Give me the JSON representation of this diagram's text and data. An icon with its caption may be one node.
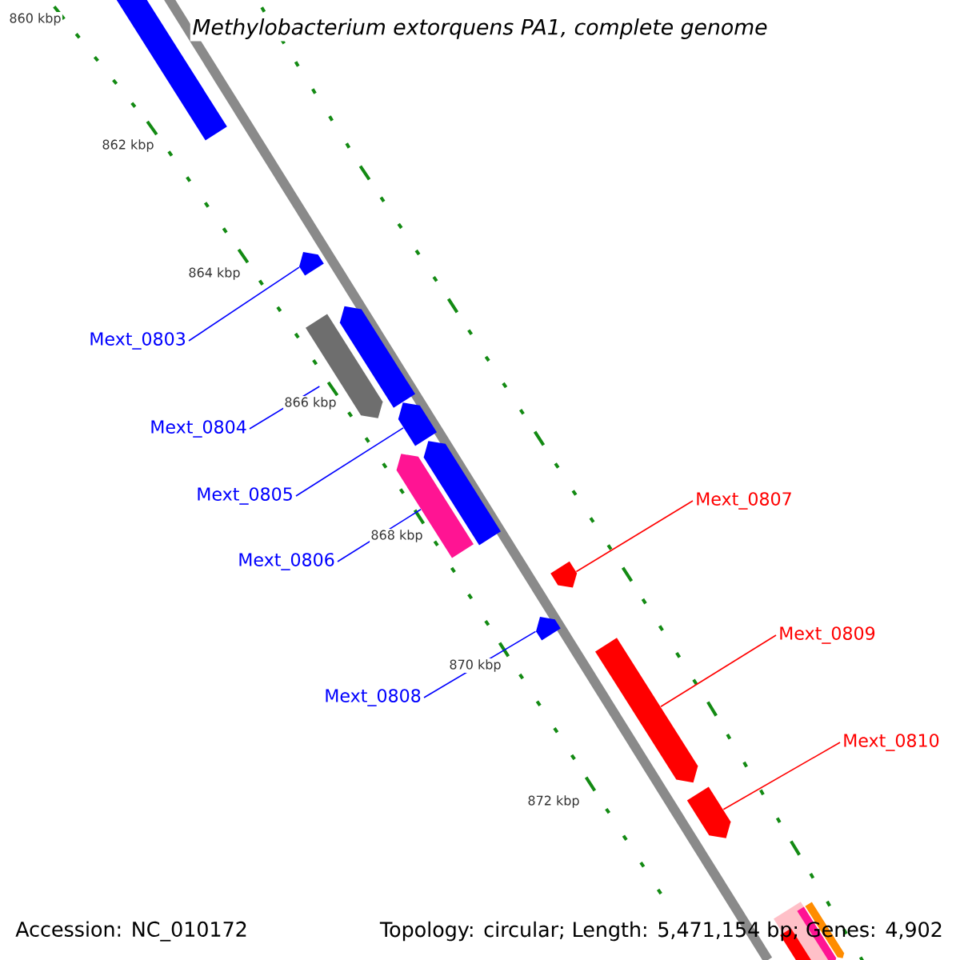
{
  "diagram": {
    "title": "Methylobacterium extorquens PA1, complete genome",
    "nodes": [
      {
        "text": [
          "Mext_0803"
        ]
      },
      {
        "text": [
          "Mext_0804"
        ]
      },
      {
        "text": [
          "Mext_0805"
        ]
      },
      {
        "text": [
          "Mext_0806"
        ]
      },
      {
        "text": [
          "Mext_0808"
        ]
      },
      {
        "text": [
          "Mext_0807"
        ]
      },
      {
        "text": [
          "Mext_0809"
        ]
      },
      {
        "text": [
          "Mext_0810"
        ]
      },
      {
        "text": [],
        "shape": "bar"
      },
      {
        "text": [],
        "shape": "bar"
      },
      {
        "text": [],
        "shape": "bar"
      },
      {
        "text": [],
        "shape": "bar"
      },
      {
        "text": [],
        "shape": "bar"
      },
      {
        "text": [],
        "shape": "bar"
      },
      {
        "text": [],
        "shape": "bar"
      },
      {
        "text": [],
        "shape": "bar"
      },
      {
        "text": [],
        "shape": "bar"
      },
      {
        "text": [],
        "shape": "bar"
      },
      {
        "text": [],
        "shape": "bar"
      }
    ],
    "edges": [
      {
        "from": 0,
        "to": 9,
        "arrow": "none"
      },
      {
        "from": 1,
        "to": 11,
        "arrow": "none"
      },
      {
        "from": 2,
        "to": 12,
        "arrow": "none"
      },
      {
        "from": 3,
        "to": 14,
        "arrow": "none"
      },
      {
        "from": 4,
        "to": 16,
        "arrow": "none"
      },
      {
        "from": 5,
        "to": 15,
        "arrow": "none",
        "color": "#ff0000"
      },
      {
        "from": 6,
        "to": 17,
        "arrow": "none",
        "color": "#ff0000"
      },
      {
        "from": 7,
        "to": 18,
        "arrow": "none",
        "color": "#ff0000"
      }
    ],
    "labels": [
      "860 kbp",
      "862 kbp",
      "864 kbp",
      "866 kbp",
      "868 kbp",
      "870 kbp",
      "872 kbp",
      "Accession: NC_010172",
      "Topology: circular; Length: 5,471,154 bp; Genes: 4,902"
    ]
  }
}
